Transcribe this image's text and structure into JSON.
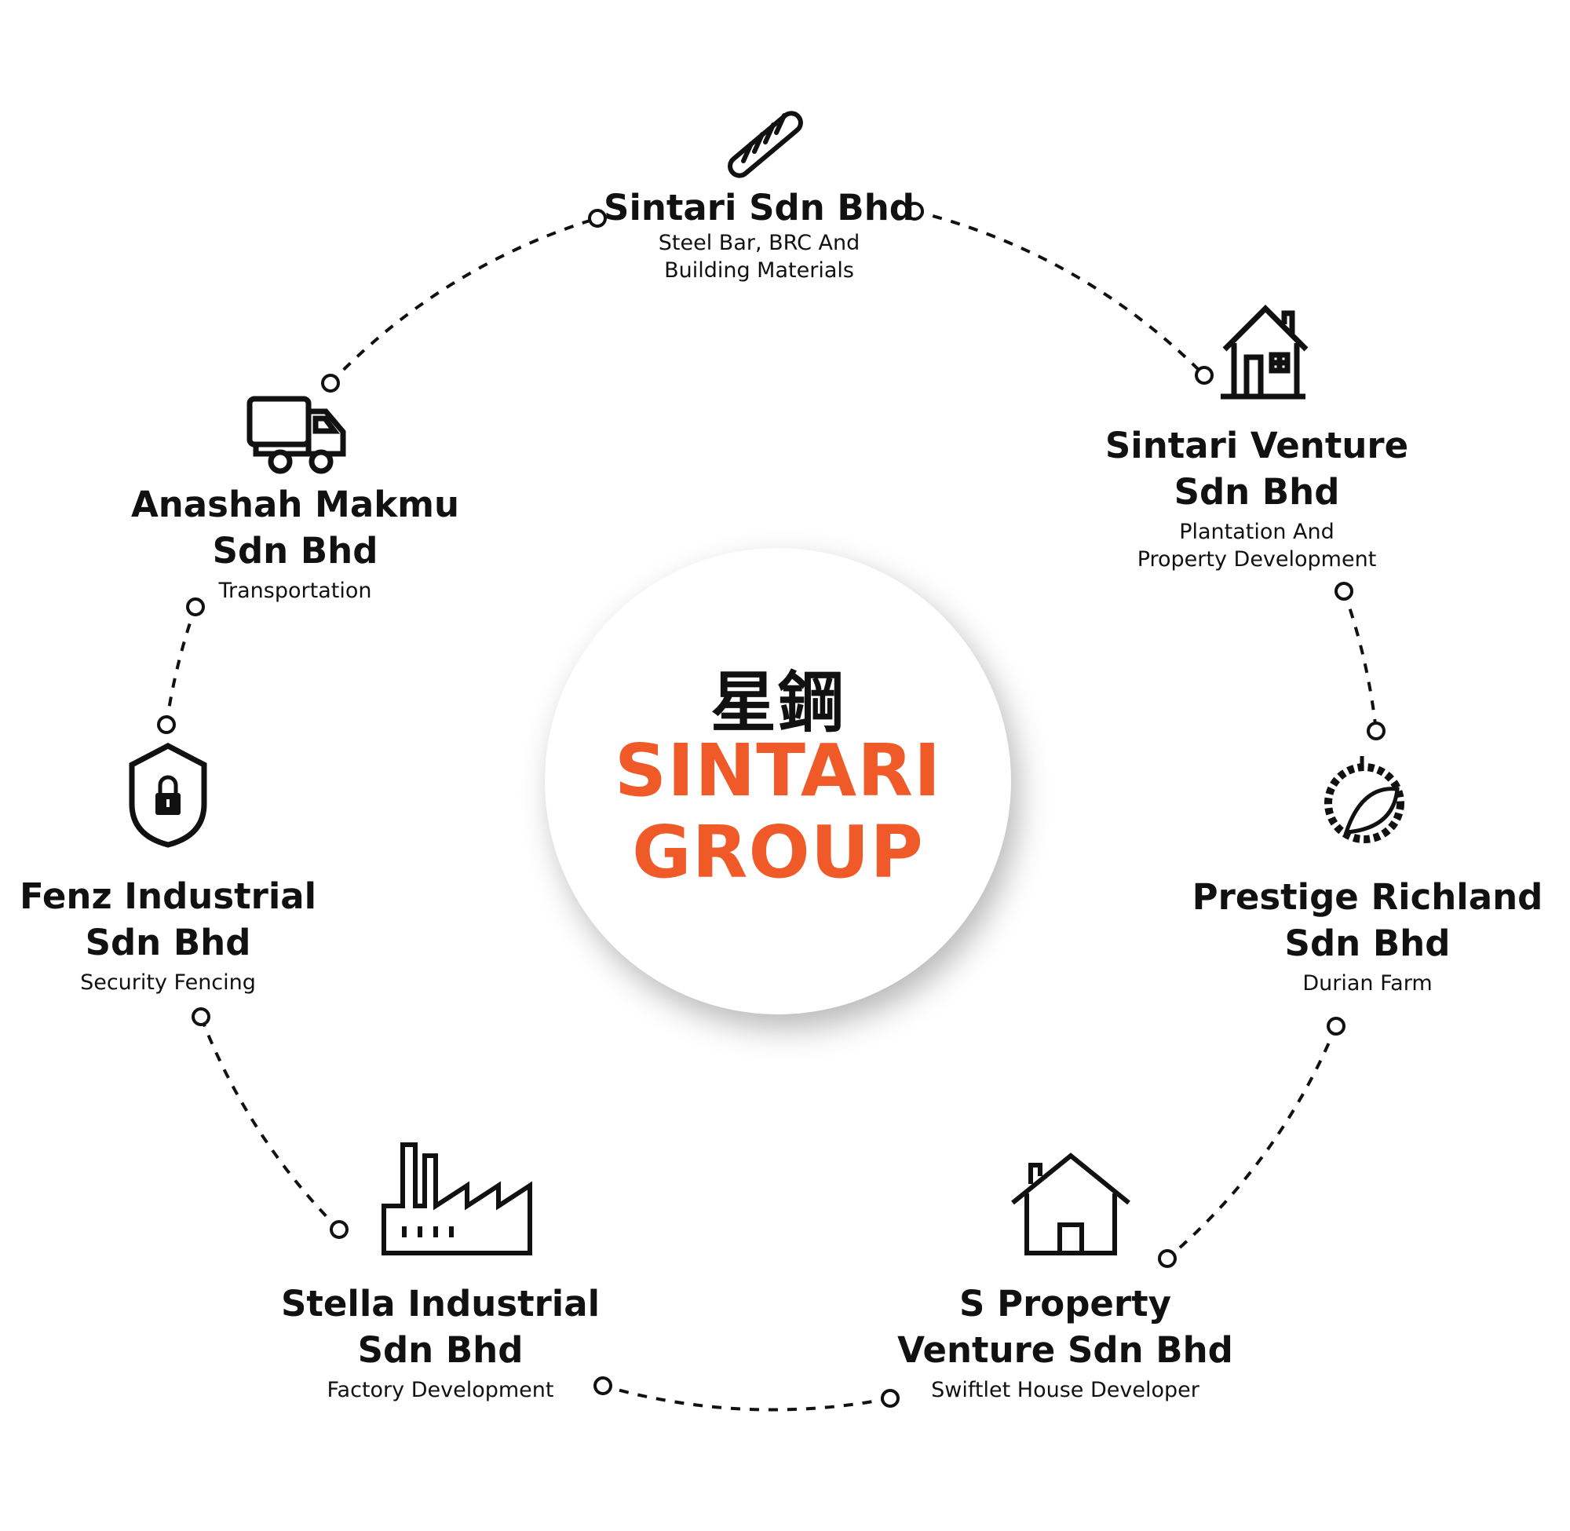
{
  "accent_color": "#f05a28",
  "center": {
    "chinese": "星鋼",
    "line1": "SINTARI",
    "line2": "GROUP"
  },
  "companies": [
    {
      "title1": "Sintari Sdn Bhd",
      "sub1": "Steel Bar, BRC And",
      "sub2": "Building Materials",
      "icon": "steel-bar-icon"
    },
    {
      "title1": "Sintari Venture",
      "title2": "Sdn Bhd",
      "sub1": "Plantation And",
      "sub2": "Property Development",
      "icon": "house-icon"
    },
    {
      "title1": "Prestige Richland",
      "title2": "Sdn Bhd",
      "sub1": "Durian Farm",
      "icon": "durian-icon"
    },
    {
      "title1": "S Property",
      "title2": "Venture Sdn Bhd",
      "sub1": "Swiftlet House Developer",
      "icon": "house-outline-icon"
    },
    {
      "title1": "Stella Industrial",
      "title2": "Sdn Bhd",
      "sub1": "Factory Development",
      "icon": "factory-icon"
    },
    {
      "title1": "Fenz Industrial",
      "title2": "Sdn Bhd",
      "sub1": "Security Fencing",
      "icon": "shield-lock-icon"
    },
    {
      "title1": "Anashah Makmu",
      "title2": "Sdn Bhd",
      "sub1": "Transportation",
      "icon": "truck-icon"
    }
  ]
}
